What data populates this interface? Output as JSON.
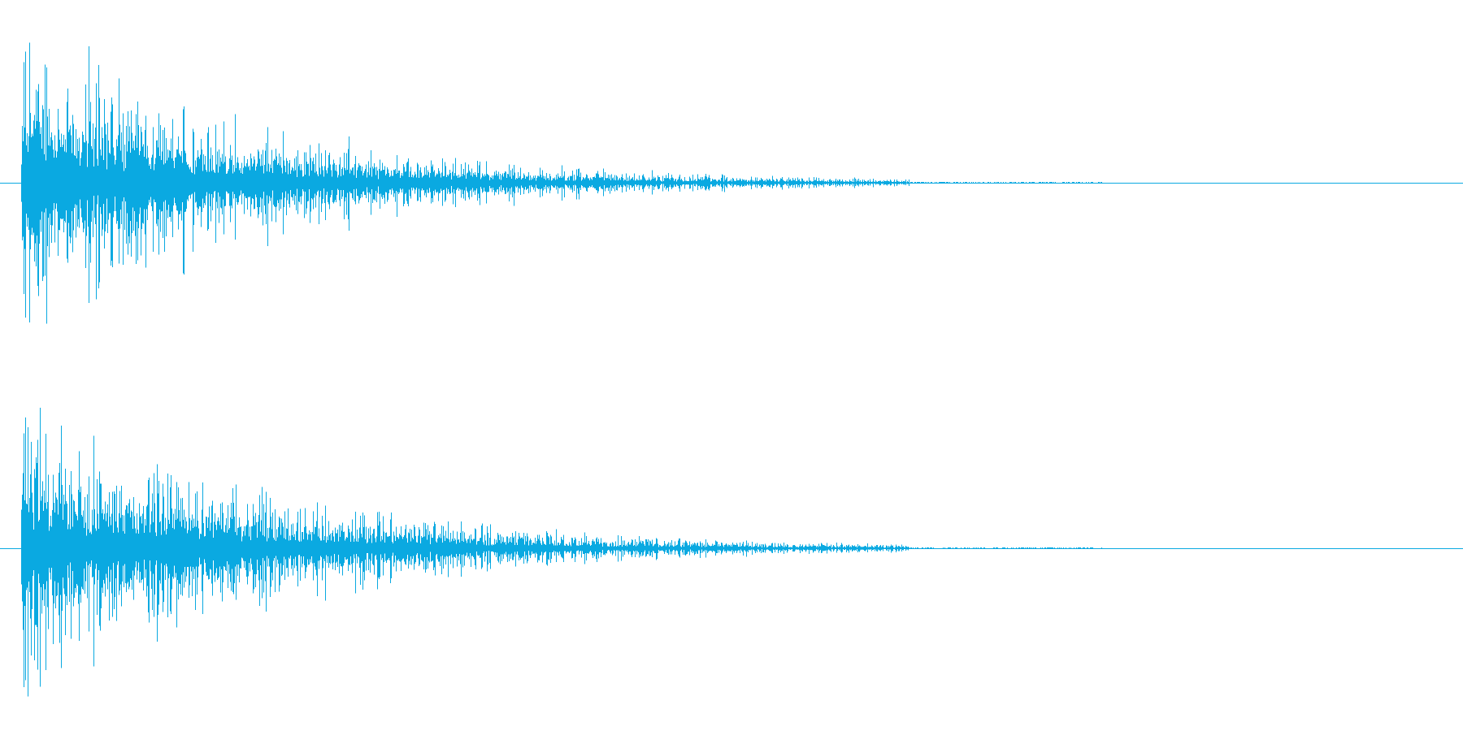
{
  "waveform": {
    "channels": [
      {
        "name": "",
        "peak_level": 1.0
      },
      {
        "name": "",
        "peak_level": 1.0
      }
    ],
    "colors": {
      "background": "#ffffff",
      "wave": "#0aa9e1",
      "center_line": "#0aa9e1"
    },
    "envelope": {
      "attack_fraction": 0.015,
      "decay_fraction": 0.38,
      "tail_fraction": 0.78
    }
  }
}
